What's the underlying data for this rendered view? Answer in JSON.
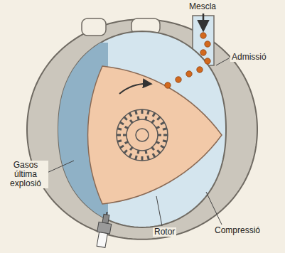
{
  "diagram": {
    "labels": [
      "Mescla",
      "Admissió",
      "Gasos última explosió",
      "Rotor",
      "Compressió"
    ]
  }
}
